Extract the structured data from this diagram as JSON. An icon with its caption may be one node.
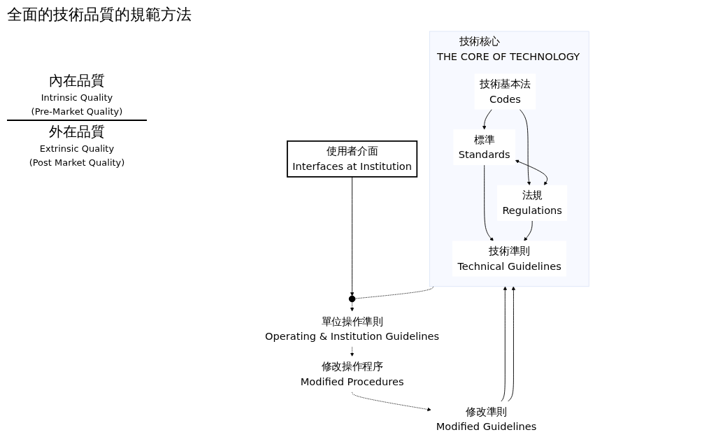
{
  "diagram": {
    "title": "全面的技術品質的規範方法",
    "nodes": [
      {
        "text": [
          "技術核心",
          "THE CORE OF TECHNOLOGY"
        ]
      },
      {
        "text": [
          "技術基本法",
          "Codes"
        ],
        "in": 0
      },
      {
        "text": [
          "標準",
          "Standards"
        ],
        "in": 0
      },
      {
        "text": [
          "法規",
          "Regulations"
        ],
        "in": 0
      },
      {
        "text": [
          "技術準則",
          "Technical Guidelines"
        ],
        "in": 0
      },
      {
        "text": [],
        "shape": "circle"
      },
      {
        "text": [
          "使用者介面",
          "Interfaces at Institution"
        ]
      },
      {
        "text": [
          "單位操作準則",
          "Operating & Institution Guidelines"
        ]
      },
      {
        "text": [
          "修改操作程序",
          "Modified Procedures"
        ]
      },
      {
        "text": [
          "修改準則",
          "Modified Guidelines"
        ]
      }
    ],
    "edges": [
      {
        "from": 1,
        "to": 2,
        "arrow": "to"
      },
      {
        "from": 1,
        "to": 3,
        "arrow": "to"
      },
      {
        "from": 2,
        "to": 3,
        "arrow": "both"
      },
      {
        "from": 2,
        "to": 4,
        "arrow": "to"
      },
      {
        "from": 3,
        "to": 4,
        "arrow": "to"
      },
      {
        "from": 0,
        "to": 5,
        "arrow": "none",
        "style": "dashed"
      },
      {
        "from": 6,
        "to": 5,
        "arrow": "to"
      },
      {
        "from": 5,
        "to": 7,
        "arrow": "to",
        "style": "dashed"
      },
      {
        "from": 7,
        "to": 8,
        "arrow": "to",
        "style": "dashed"
      },
      {
        "from": 8,
        "to": 9,
        "arrow": "to",
        "style": "dashed"
      },
      {
        "from": 9,
        "to": 0,
        "arrow": "to"
      },
      {
        "from": 9,
        "to": 0,
        "arrow": "to"
      }
    ],
    "labels": [
      "內在品質",
      "Intrinsic Quality",
      "(Pre-Market Quality)",
      "外在品質",
      "Extrinsic Quality",
      "(Post Market Quality)"
    ]
  }
}
